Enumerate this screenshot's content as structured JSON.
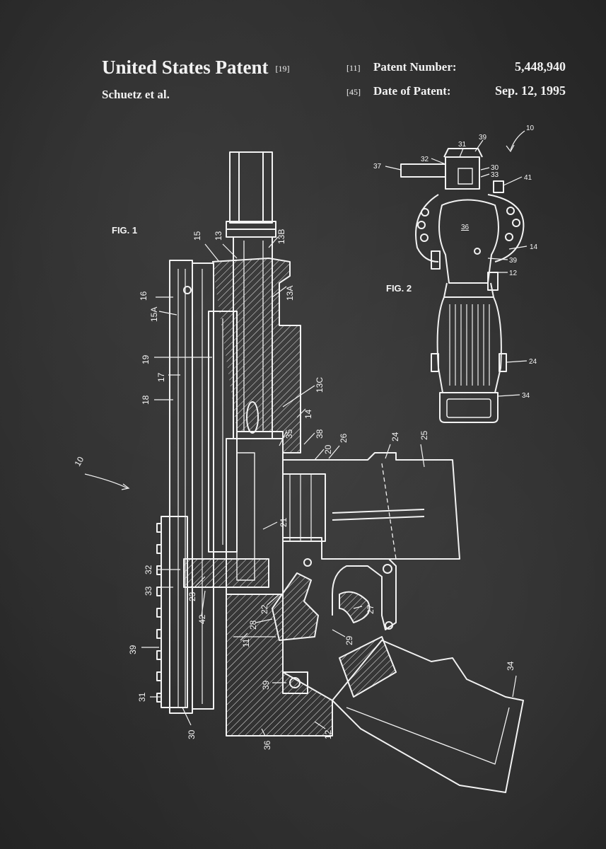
{
  "header": {
    "title": "United States Patent",
    "title_ref": "[19]",
    "inventors": "Schuetz et al.",
    "patent_number_ref": "[11]",
    "patent_number_label": "Patent Number:",
    "patent_number": "5,448,940",
    "date_ref": "[45]",
    "date_label": "Date of Patent:",
    "date": "Sep. 12, 1995"
  },
  "figures": {
    "fig1_label": "FIG. 1",
    "fig2_label": "FIG. 2"
  },
  "fig1_labels": {
    "l10": "10",
    "l15": "15",
    "l13": "13",
    "l13b": "13B",
    "l16": "16",
    "l15a": "15A",
    "l13a": "13A",
    "l19": "19",
    "l17": "17",
    "l18": "18",
    "l13c": "13C",
    "l14": "14",
    "l35": "35",
    "l38": "38",
    "l20": "20",
    "l26": "26",
    "l24": "24",
    "l25": "25",
    "l21": "21",
    "l32": "32",
    "l33": "33",
    "l23": "23",
    "l22": "22",
    "l42": "42",
    "l27": "27",
    "l28": "28",
    "l11": "11",
    "l29": "29",
    "l39a": "39",
    "l39b": "39",
    "l31": "31",
    "l30": "30",
    "l36": "36",
    "l12": "12",
    "l34": "34"
  },
  "fig2_labels": {
    "l10": "10",
    "l31": "31",
    "l39a": "39",
    "l37": "37",
    "l32": "32",
    "l30": "30",
    "l33": "33",
    "l41": "41",
    "l36": "36",
    "l14": "14",
    "l39b": "39",
    "l12": "12",
    "l24": "24",
    "l34": "34"
  },
  "colors": {
    "board": "#2e2e2e",
    "ink": "#f2f2f2"
  }
}
